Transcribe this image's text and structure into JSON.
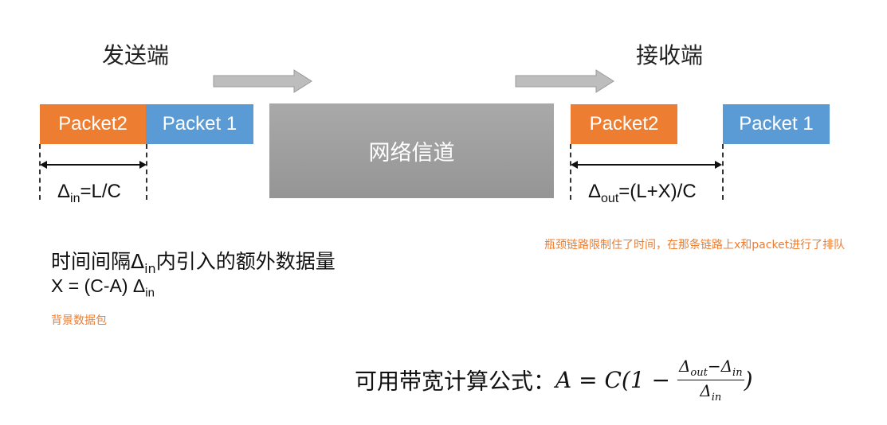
{
  "sender": {
    "title": "发送端"
  },
  "receiver": {
    "title": "接收端"
  },
  "channel": {
    "label": "网络信道"
  },
  "sender_packets": [
    {
      "label": "Packet2",
      "color": "#ed7d31"
    },
    {
      "label": "Packet 1",
      "color": "#5b9bd5"
    }
  ],
  "receiver_packets": [
    {
      "label": "Packet2",
      "color": "#ed7d31"
    },
    {
      "label": "Packet 1",
      "color": "#5b9bd5"
    }
  ],
  "delta_in": {
    "symbol": "Δ",
    "sub": "in",
    "rest": "=L/C"
  },
  "delta_out": {
    "symbol": "Δ",
    "sub": "out",
    "rest": "=(L+X)/C"
  },
  "bottleneck_note": "瓶颈链路限制住了时间，在那条链路上x和packet进行了排队",
  "extra_data": {
    "line1_prefix": "时间间隔Δ",
    "line1_sub": "in",
    "line1_suffix": "内引入的额外数据量",
    "line2_prefix": "X = (C-A) Δ",
    "line2_sub": "in"
  },
  "background_note": "背景数据包",
  "formula": {
    "prefix": "可用带宽计算公式：",
    "lhs": "A = C(1 −",
    "num_a": "Δ",
    "num_a_sub": "out",
    "minus": "−Δ",
    "num_b_sub": "in",
    "den": "Δ",
    "den_sub": "in",
    "close": ")"
  },
  "colors": {
    "orange": "#ed7d31",
    "blue": "#5b9bd5",
    "arrow": "#b8b8b8",
    "channel": "#a0a0a0"
  }
}
